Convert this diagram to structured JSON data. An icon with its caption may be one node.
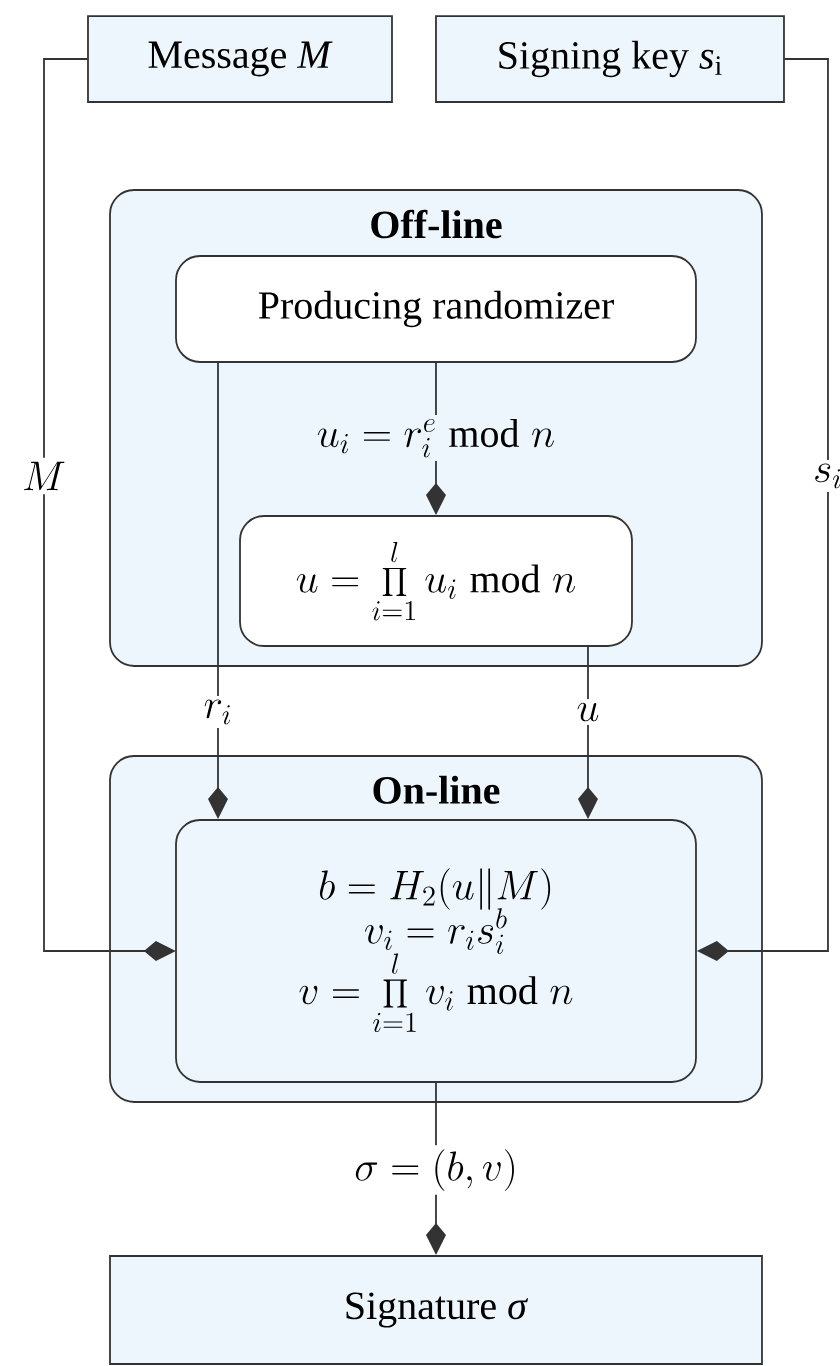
{
  "diagram": {
    "nodes": [
      {
        "text": [
          "Message *M*"
        ]
      },
      {
        "text": [
          "Signing key *s*$_{i}$"
        ]
      },
      {
        "text": [
          "Off-line"
        ]
      },
      {
        "text": [
          "Producing randomizer"
        ],
        "in": 2
      },
      {
        "text": [
          "u = \\prod_{i=1}^{l} u_i \\bmod n"
        ],
        "in": 2
      },
      {
        "text": [
          "On-line"
        ]
      },
      {
        "text": [
          "b = H_2(u \\| M)",
          "v_i = r_i s_i^b",
          "v = \\prod_{i=1}^{l} v_i \\bmod n"
        ],
        "in": 5
      },
      {
        "text": [
          "Signature *σ*"
        ]
      }
    ],
    "edges": [
      {
        "from": 0,
        "to": 6,
        "arrow": "to",
        "label": "M"
      },
      {
        "from": 1,
        "to": 6,
        "arrow": "to",
        "label": "s_i"
      },
      {
        "from": 3,
        "to": 4,
        "arrow": "to",
        "label": "u_i = r_i^e \\bmod n"
      },
      {
        "from": 3,
        "to": 6,
        "arrow": "to",
        "label": "r_i"
      },
      {
        "from": 4,
        "to": 6,
        "arrow": "to",
        "label": "u"
      },
      {
        "from": 6,
        "to": 7,
        "arrow": "to",
        "label": "\\sigma = (b, v)"
      }
    ]
  }
}
